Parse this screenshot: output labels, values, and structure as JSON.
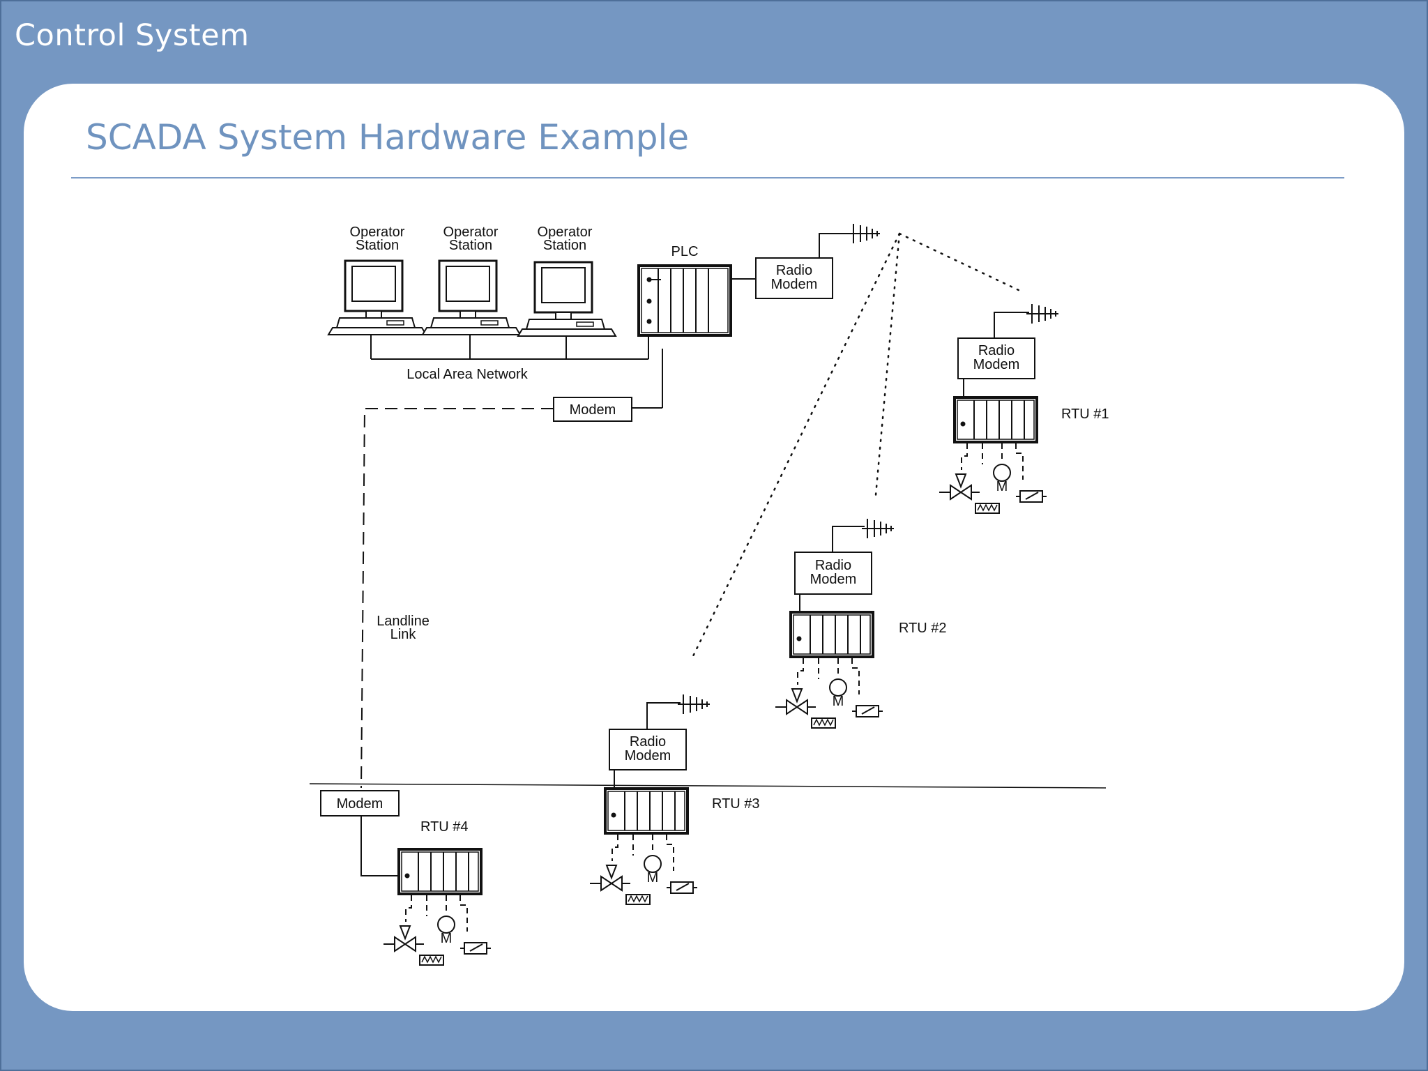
{
  "header": {
    "title": "Control System"
  },
  "slide": {
    "title": "SCADA System Hardware Example"
  },
  "diagram": {
    "operator_stations": [
      {
        "line1": "Operator",
        "line2": "Station"
      },
      {
        "line1": "Operator",
        "line2": "Station"
      },
      {
        "line1": "Operator",
        "line2": "Station"
      }
    ],
    "plc_label": "PLC",
    "radio_modem": {
      "line1": "Radio",
      "line2": "Modem"
    },
    "lan_label": "Local Area Network",
    "modem_label": "Modem",
    "landline_label": {
      "line1": "Landline",
      "line2": "Link"
    },
    "rtus": [
      {
        "label": "RTU #1"
      },
      {
        "label": "RTU #2"
      },
      {
        "label": "RTU #3"
      },
      {
        "label": "RTU #4"
      }
    ],
    "motor_label": "M"
  },
  "icons": [
    "computer-icon",
    "antenna-icon",
    "valve-icon",
    "motor-icon",
    "heater-icon",
    "switch-icon"
  ],
  "colors": {
    "background": "#7597c2",
    "card": "#ffffff",
    "title": "#6f93bf",
    "rule": "#7c9cc7"
  }
}
